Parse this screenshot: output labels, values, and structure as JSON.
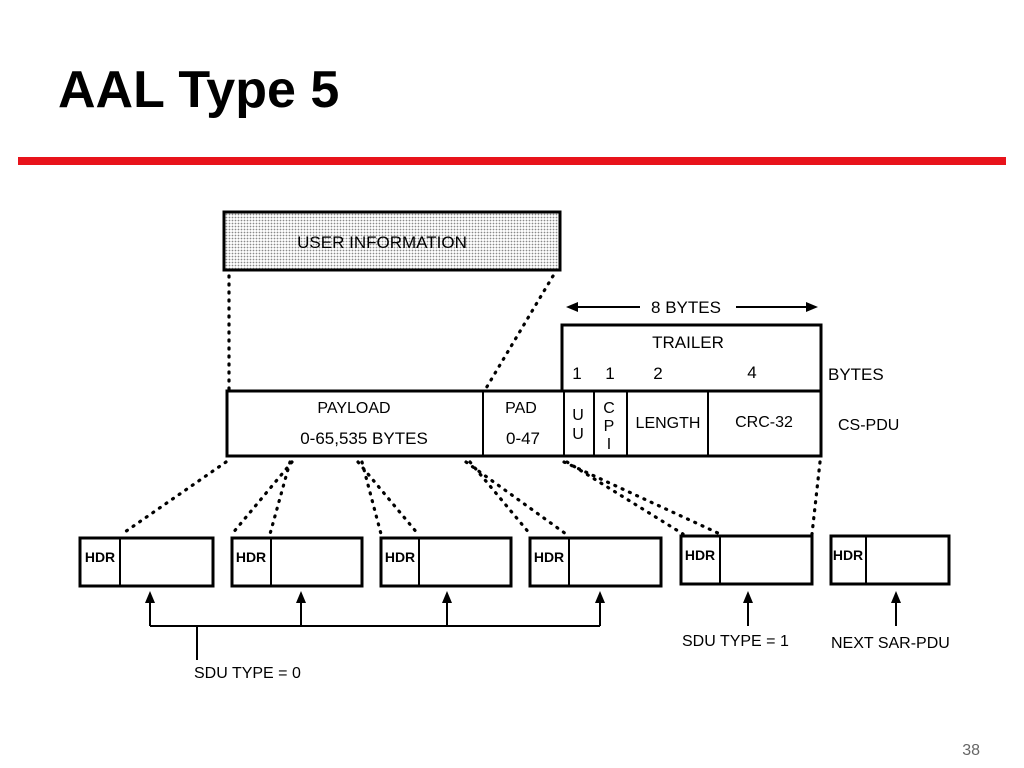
{
  "slide": {
    "title": "AAL Type 5",
    "page_number": "38",
    "accent_color": "#e8131b"
  },
  "diagram": {
    "user_information": "USER INFORMATION",
    "trailer_size": "8 BYTES",
    "trailer": "TRAILER",
    "field_sizes": [
      "1",
      "1",
      "2",
      "4"
    ],
    "bytes_label": "BYTES",
    "payload": "PAYLOAD",
    "payload_size": "0-65,535 BYTES",
    "pad": "PAD",
    "pad_size": "0-47",
    "uu": [
      "U",
      "U"
    ],
    "cpi": [
      "C",
      "P",
      "I"
    ],
    "length": "LENGTH",
    "crc": "CRC-32",
    "cs_pdu": "CS-PDU",
    "sar_pdus": [
      "HDR",
      "HDR",
      "HDR",
      "HDR",
      "HDR",
      "HDR"
    ],
    "sdu_type_0": "SDU TYPE = 0",
    "sdu_type_1": "SDU TYPE = 1",
    "next_sar_pdu": "NEXT SAR-PDU"
  }
}
